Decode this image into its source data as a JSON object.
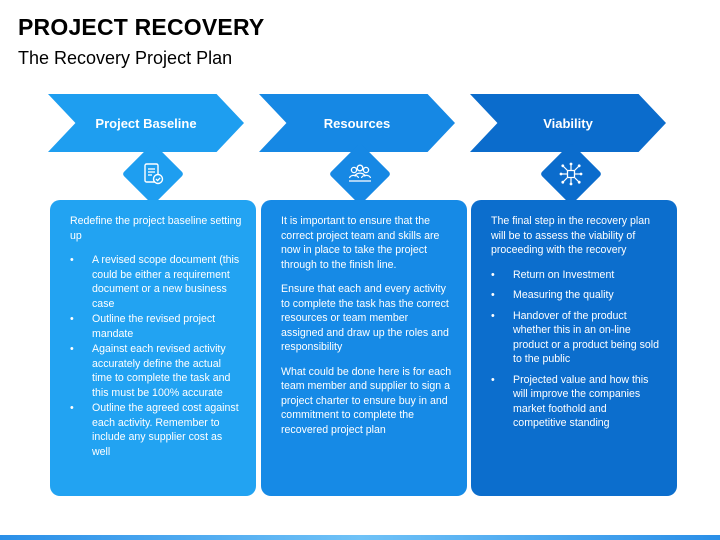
{
  "header": {
    "title": "PROJECT RECOVERY",
    "subtitle": "The Recovery Project Plan"
  },
  "colors": {
    "col1": "#1e9ef0",
    "col2": "#1688e4",
    "col3": "#0b6ccc"
  },
  "columns": [
    {
      "heading": "Project Baseline",
      "icon": "baseline-document-icon",
      "intro": "Redefine the project baseline setting up",
      "bullets": [
        "A revised scope document (this could be either a requirement document or a new business case",
        "Outline the revised project mandate",
        "Against each revised activity accurately define the actual time to complete the task and this must be 100% accurate",
        "Outline the agreed cost against each activity. Remember to include any supplier cost as well"
      ]
    },
    {
      "heading": "Resources",
      "icon": "team-resources-icon",
      "paragraphs": [
        "It is important to ensure that the correct project team and skills are now in place to take the project through to the finish line.",
        "Ensure that each and every activity to complete the task has the correct resources or team member assigned and draw up the roles and responsibility",
        "What could be done here is for each team member and supplier to sign a project charter to ensure buy in and commitment to complete the recovered project plan"
      ]
    },
    {
      "heading": "Viability",
      "icon": "network-viability-icon",
      "intro": "The final step in the recovery plan will be to assess the viability of proceeding with the recovery",
      "bullets": [
        "Return on Investment",
        "Measuring the quality",
        "Handover of the product whether this in an on-line product or a product being sold to the public",
        "Projected value and how this will improve the companies market foothold and competitive standing"
      ]
    }
  ]
}
